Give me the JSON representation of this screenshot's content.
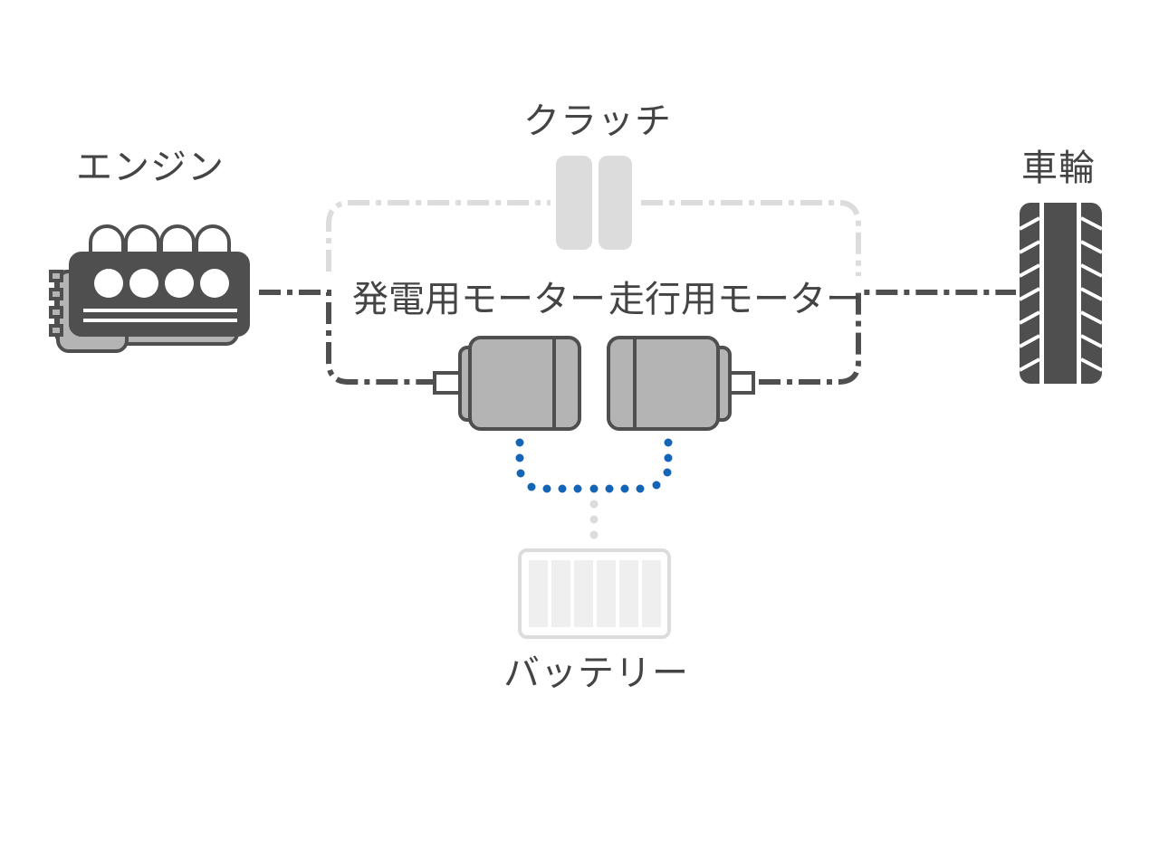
{
  "labels": {
    "engine": "エンジン",
    "clutch": "クラッチ",
    "wheel": "車輪",
    "generator_motor": "発電用モーター",
    "drive_motor": "走行用モーター",
    "battery": "バッテリー"
  },
  "colors": {
    "dark": "#4f4f4f",
    "motor_fill": "#b4b4b4",
    "inactive": "#dcdcdc",
    "electric": "#1565b6",
    "background": "#ffffff"
  }
}
